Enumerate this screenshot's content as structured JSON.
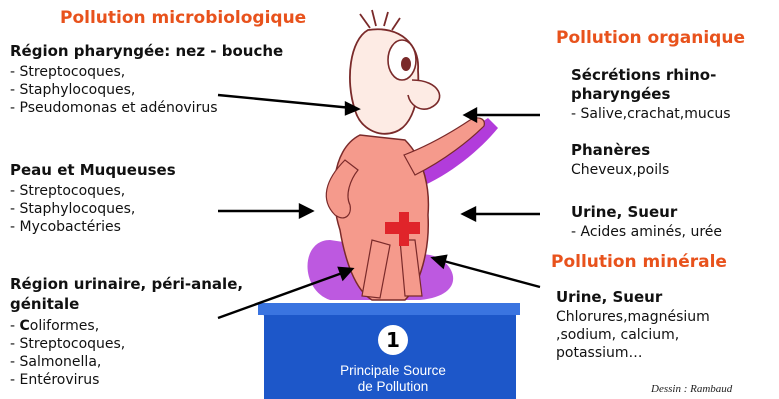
{
  "left": {
    "title": "Pollution microbiologique",
    "pharynx": {
      "heading": "Région pharyngée: nez - bouche",
      "items": [
        "- Streptocoques,",
        "- Staphylocoques,",
        "- Pseudomonas et adénovirus"
      ]
    },
    "peau": {
      "heading": "Peau et Muqueuses",
      "items": [
        "- Streptocoques,",
        "- Staphylocoques,",
        "- Mycobactéries"
      ]
    },
    "urinaire": {
      "heading_line1": "Région urinaire, péri-anale,",
      "heading_line2": "génitale",
      "coliformes_prefix": "- ",
      "coliformes_bold": "C",
      "coliformes_rest": "oliformes,",
      "items": [
        "- Streptocoques,",
        "- Salmonella,",
        "- Entérovirus"
      ]
    }
  },
  "right": {
    "organique_title": "Pollution organique",
    "secretions_heading_1": "Sécrétions rhino-",
    "secretions_heading_2": "pharyngées",
    "secretions_text": "- Salive,crachat,mucus",
    "phaneres_heading": "Phanères",
    "phaneres_text": "Cheveux,poils",
    "urine1_heading": "Urine, Sueur",
    "urine1_text": "- Acides aminés, urée",
    "minerale_title": "Pollution minérale",
    "urine2_heading": "Urine, Sueur",
    "urine2_lines": [
      "Chlorures,magnésium",
      ",sodium, calcium,",
      "potassium…"
    ]
  },
  "podium": {
    "number": "1",
    "line1": "Principale Source",
    "line2": "de Pollution"
  },
  "credit": "Dessin : Rambaud",
  "colors": {
    "title": "#e8521c",
    "skin": "#f59a8c",
    "purple": "#b23cdb",
    "podium": "#1d57c9",
    "arrow": "#000000"
  }
}
